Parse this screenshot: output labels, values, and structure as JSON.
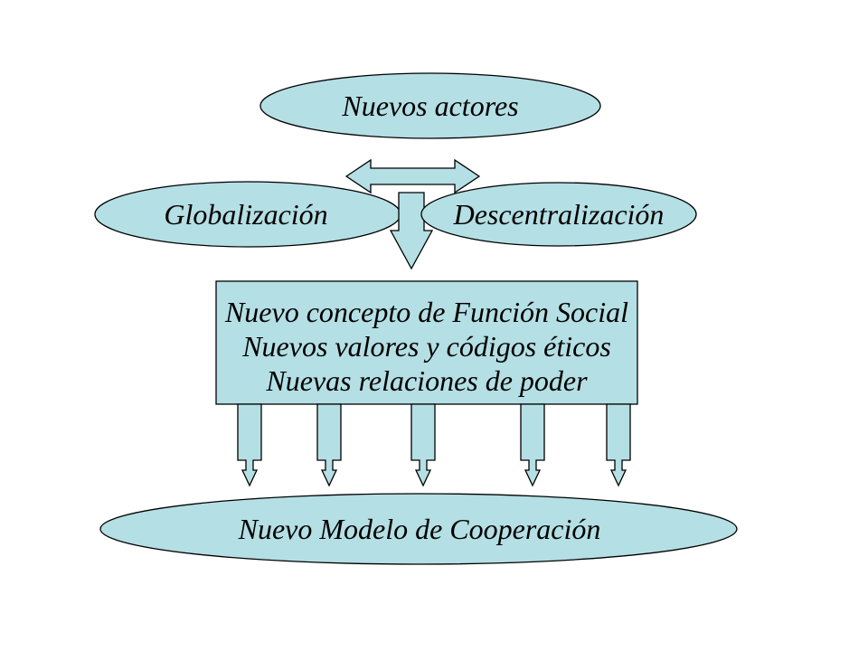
{
  "nodes": {
    "top": "Nuevos actores",
    "left": "Globalización",
    "right": "Descentralización",
    "center": [
      "Nuevo concepto de Función Social",
      "Nuevos valores y códigos éticos",
      "Nuevas relaciones de poder"
    ],
    "bottom": "Nuevo Modelo de Cooperación"
  },
  "colors": {
    "shape_fill": "#b4dfe4",
    "outline": "#000000",
    "background": "#ffffff"
  }
}
